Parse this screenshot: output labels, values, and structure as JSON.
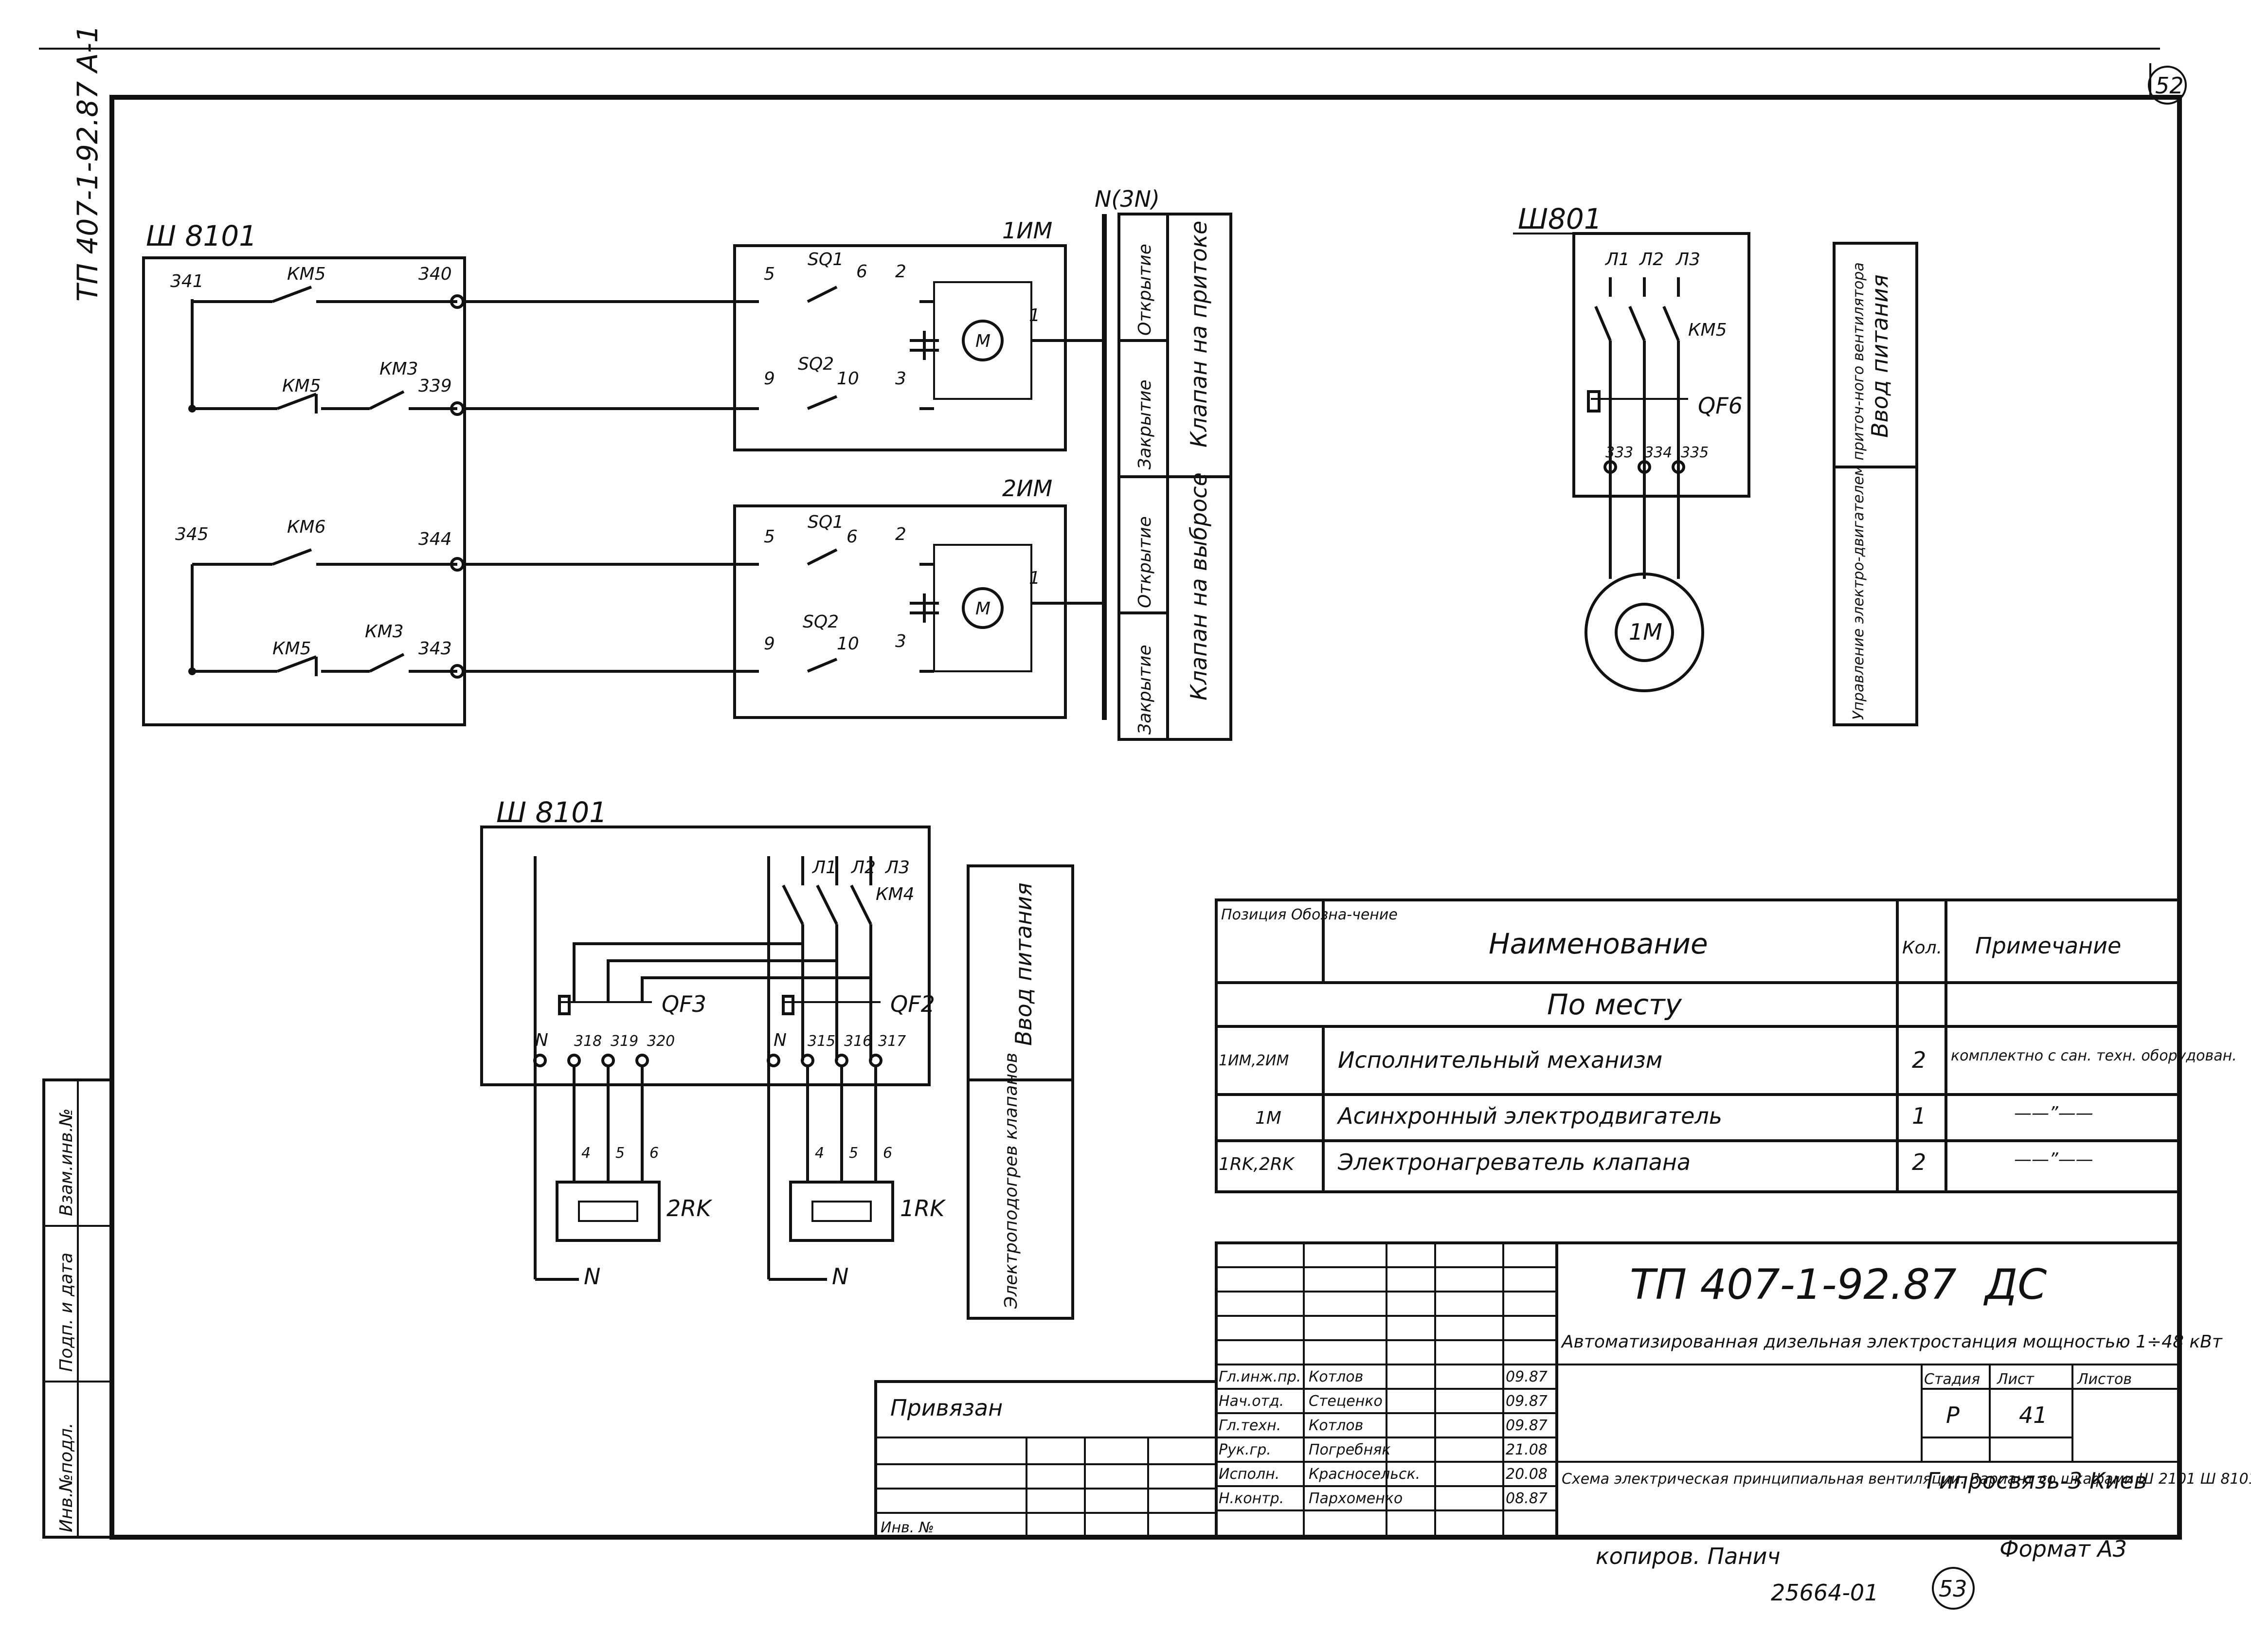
{
  "sheet": {
    "side_code": "ТП 407-1-92.87 А-1",
    "corner_number": "52",
    "page_number": "53",
    "inventory_number": "25664-01",
    "copied_by": "копиров. Панич",
    "format": "Формат А3"
  },
  "left_strip": {
    "labels": [
      "Взам.инв.№",
      "Подп. и дата",
      "Инв.№подл."
    ]
  },
  "valves_block": {
    "cabinet_label": "Ш 8101",
    "neutral_label": "N(3N)",
    "mechanism_1": "1ИМ",
    "mechanism_2": "2ИМ",
    "top_circuit": {
      "terminals": [
        "341",
        "340",
        "339"
      ],
      "contacts": [
        "КМ5",
        "КМ5",
        "КМ3"
      ],
      "switches": [
        "SQ1",
        "SQ2"
      ],
      "wire_numbers": [
        "5",
        "6",
        "2",
        "9",
        "10",
        "3",
        "1"
      ],
      "motor": "M"
    },
    "bottom_circuit": {
      "terminals": [
        "345",
        "344",
        "343"
      ],
      "contacts": [
        "КМ6",
        "КМ5",
        "КМ3"
      ],
      "switches": [
        "SQ1",
        "SQ2"
      ],
      "wire_numbers": [
        "5",
        "6",
        "2",
        "9",
        "10",
        "3",
        "1"
      ],
      "motor": "M"
    },
    "side_table": {
      "rows": [
        {
          "action_1": "Открытие",
          "action_2": "Закрытие",
          "valve": "Клапан на притоке"
        },
        {
          "action_1": "Открытие",
          "action_2": "Закрытие",
          "valve": "Клапан на выбросе"
        }
      ]
    }
  },
  "fan_block": {
    "cabinet_label": "Ш801",
    "phases": [
      "Л1",
      "Л2",
      "Л3"
    ],
    "contactor": "КМ5",
    "breaker": "QF6",
    "terminals": [
      "333",
      "334",
      "335"
    ],
    "motor": "1М",
    "side_box": {
      "title": "Ввод питания",
      "caption": "Управление электро-двигателем приточ-ного вентилятора"
    }
  },
  "heater_block": {
    "cabinet_label": "Ш 8101",
    "phases": [
      "Л1",
      "Л2",
      "Л3"
    ],
    "contactor": "КМ4",
    "breakers": [
      "QF3",
      "QF2"
    ],
    "terminals_left": [
      "N",
      "318",
      "319",
      "320"
    ],
    "terminals_right": [
      "N",
      "315",
      "316",
      "317"
    ],
    "wires": [
      "4",
      "5",
      "6"
    ],
    "heaters": [
      "2RK",
      "1RK"
    ],
    "neutral": "N",
    "side_box": {
      "title": "Ввод питания",
      "caption": "Электроподогрев клапанов"
    }
  },
  "spec_table": {
    "headers": {
      "position": "Позиция Обозна-чение",
      "name": "Наименование",
      "qty": "Кол.",
      "note": "Примечание"
    },
    "section": "По месту",
    "rows": [
      {
        "position": "1ИМ,2ИМ",
        "name": "Исполнительный механизм",
        "qty": "2",
        "note": "комплектно с сан. техн. оборудован."
      },
      {
        "position": "1М",
        "name": "Асинхронный электродвигатель",
        "qty": "1",
        "note": "——”——"
      },
      {
        "position": "1RK,2RK",
        "name": "Электронагреватель клапана",
        "qty": "2",
        "note": "——”——"
      }
    ]
  },
  "title_block": {
    "doc_code": "ТП 407-1-92.87",
    "doc_type": "ДС",
    "project": "Автоматизированная дизельная электростанция мощностью 1÷48 кВт",
    "stage_header": "Стадия",
    "sheet_header": "Лист",
    "sheets_header": "Листов",
    "stage": "Р",
    "sheet": "41",
    "drawing_title": "Схема электрическая принципиальная вентиляции. Вариант со шкафами Ш 2101 Ш 8101",
    "organization": "Гипросвязь-3 Киев",
    "linked": "Привязан",
    "inv_label": "Инв. №",
    "signatures": [
      {
        "role": "Гл.инж.пр.",
        "name": "Котлов",
        "date": "09.87"
      },
      {
        "role": "Нач.отд.",
        "name": "Стеценко",
        "date": "09.87"
      },
      {
        "role": "Гл.техн.",
        "name": "Котлов",
        "date": "09.87"
      },
      {
        "role": "Рук.гр.",
        "name": "Погребняк",
        "date": "21.08"
      },
      {
        "role": "Исполн.",
        "name": "Красносельск.",
        "date": "20.08"
      },
      {
        "role": "Н.контр.",
        "name": "Пархоменко",
        "date": "08.87"
      }
    ]
  }
}
